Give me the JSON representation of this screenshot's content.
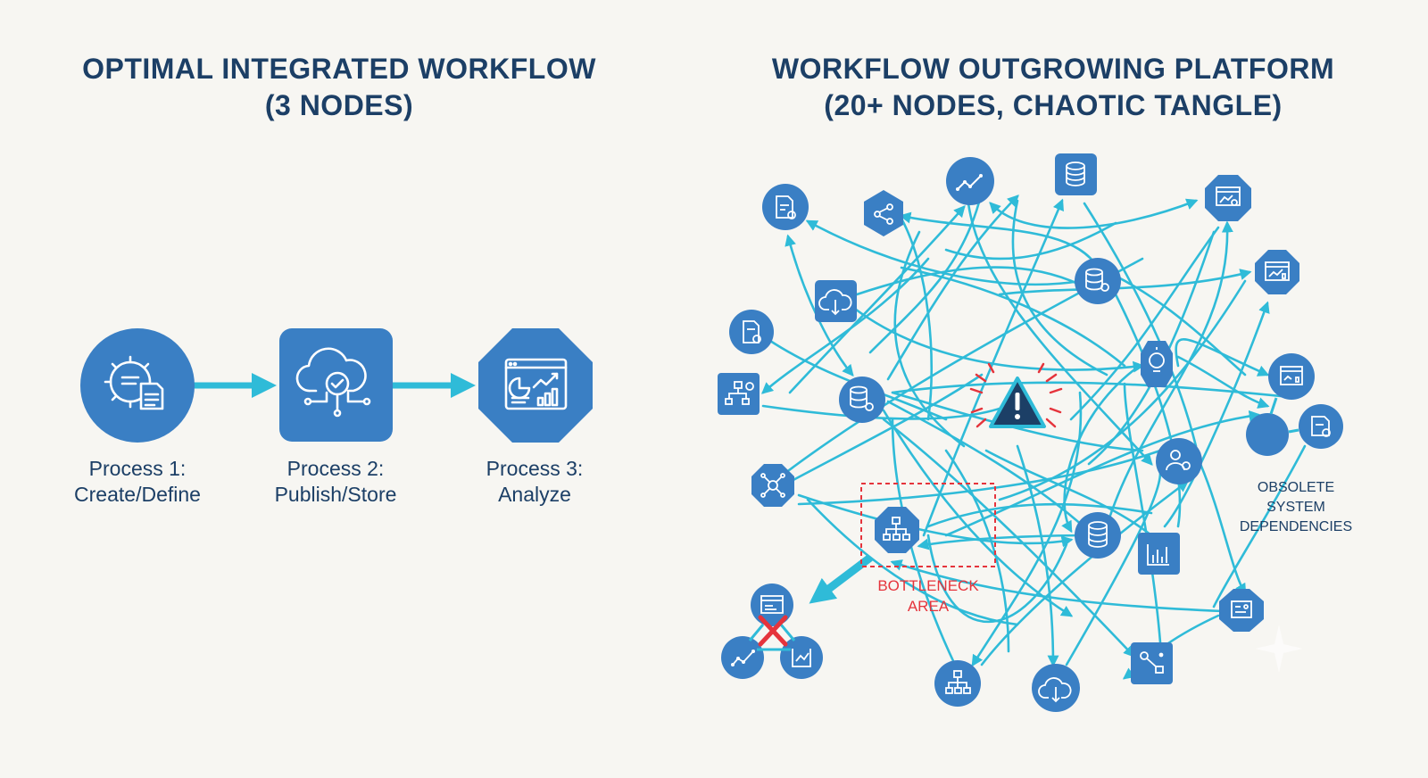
{
  "left_panel": {
    "title_line1": "OPTIMAL INTEGRATED WORKFLOW",
    "title_line2": "(3 NODES)",
    "steps": [
      {
        "line1": "Process 1:",
        "line2": "Create/Define",
        "icon": "gear-document-icon"
      },
      {
        "line1": "Process 2:",
        "line2": "Publish/Store",
        "icon": "cloud-check-icon"
      },
      {
        "line1": "Process 3:",
        "line2": "Analyze",
        "icon": "dashboard-chart-icon"
      }
    ]
  },
  "right_panel": {
    "title_line1": "WORKFLOW OUTGROWING PLATFORM",
    "title_line2": "(20+ NODES, CHAOTIC TANGLE)",
    "bottleneck_line1": "BOTTLENECK",
    "bottleneck_line2": "AREA",
    "obsolete_line1": "OBSOLETE",
    "obsolete_line2": "SYSTEM",
    "obsolete_line3": "DEPENDENCIES"
  },
  "colors": {
    "node_blue": "#3a7fc4",
    "arrow_cyan": "#2fbbd8",
    "title_navy": "#1c3f66",
    "alert_red": "#e5343c"
  }
}
